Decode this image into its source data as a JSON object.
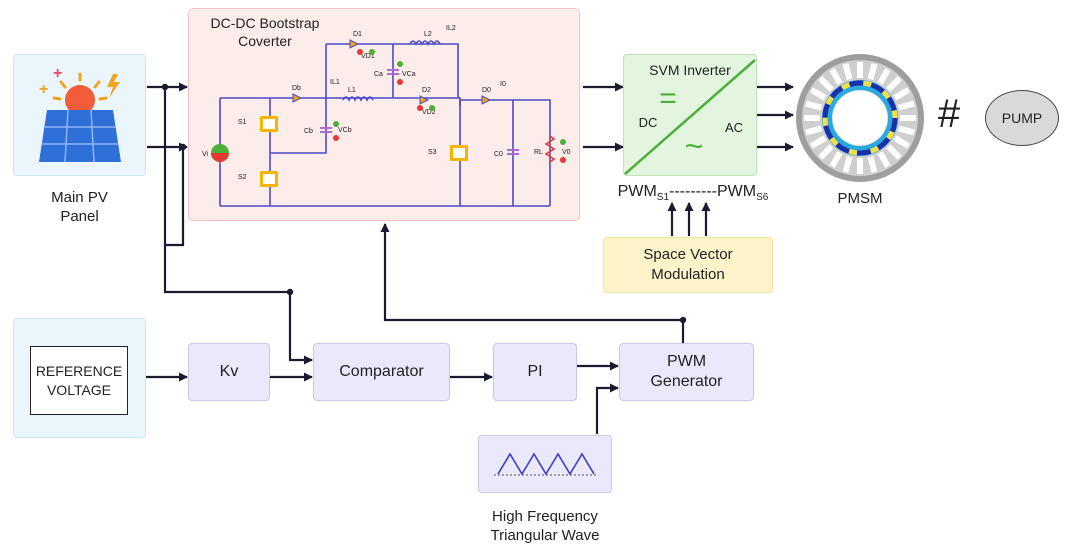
{
  "pv": {
    "label_line1": "Main PV",
    "label_line2": "Panel"
  },
  "converter": {
    "title_line1": "DC-DC Bootstrap",
    "title_line2": "Coverter",
    "components": {
      "d1": "D1",
      "vd1": "VD1",
      "l2": "L2",
      "il2": "IL2",
      "ca": "Ca",
      "vca": "VCa",
      "l1": "L1",
      "il1": "IL1",
      "d2": "D2",
      "vd2": "VD2",
      "db": "Db",
      "d0": "D0",
      "i0": "I0",
      "s1": "S1",
      "s2": "S2",
      "s3": "S3",
      "cb": "Cb",
      "vcb": "VCb",
      "c0": "C0",
      "rl": "RL",
      "v0": "V0",
      "vi": "Vi"
    }
  },
  "inverter": {
    "title": "SVM Inverter",
    "dc": "DC",
    "ac": "AC",
    "eq_symbol": "=",
    "ac_symbol": "~"
  },
  "pwm": {
    "left": "PWM",
    "left_sub": "S1",
    "dashes": "---------",
    "right": "PWM",
    "right_sub": "S6"
  },
  "svm": {
    "line1": "Space Vector",
    "line2": "Modulation"
  },
  "pmsm": {
    "label": "PMSM"
  },
  "coupling": {
    "symbol": "#"
  },
  "pump": {
    "label": "PUMP"
  },
  "reference": {
    "line1": "REFERENCE",
    "line2": "VOLTAGE"
  },
  "kv": {
    "label": "Kv"
  },
  "comparator": {
    "label": "Comparator"
  },
  "pi": {
    "label": "PI"
  },
  "pwm_gen": {
    "line1": "PWM",
    "line2": "Generator"
  },
  "triangle": {
    "line1": "High Frequency",
    "line2": "Triangular Wave"
  },
  "colors": {
    "block_fill": "#e9e9fb",
    "block_border": "#c9c9e6",
    "converter_fill": "#fcecea",
    "converter_border": "#f1c6c0",
    "pv_fill": "#eaf6fb",
    "inverter_fill": "#e3f5df",
    "inverter_line": "#4caf3a",
    "svm_fill": "#fdf3c9",
    "wire": "#1b1b2f",
    "circuit": "#4a4ac8",
    "pump_fill": "#d9d9d9"
  }
}
